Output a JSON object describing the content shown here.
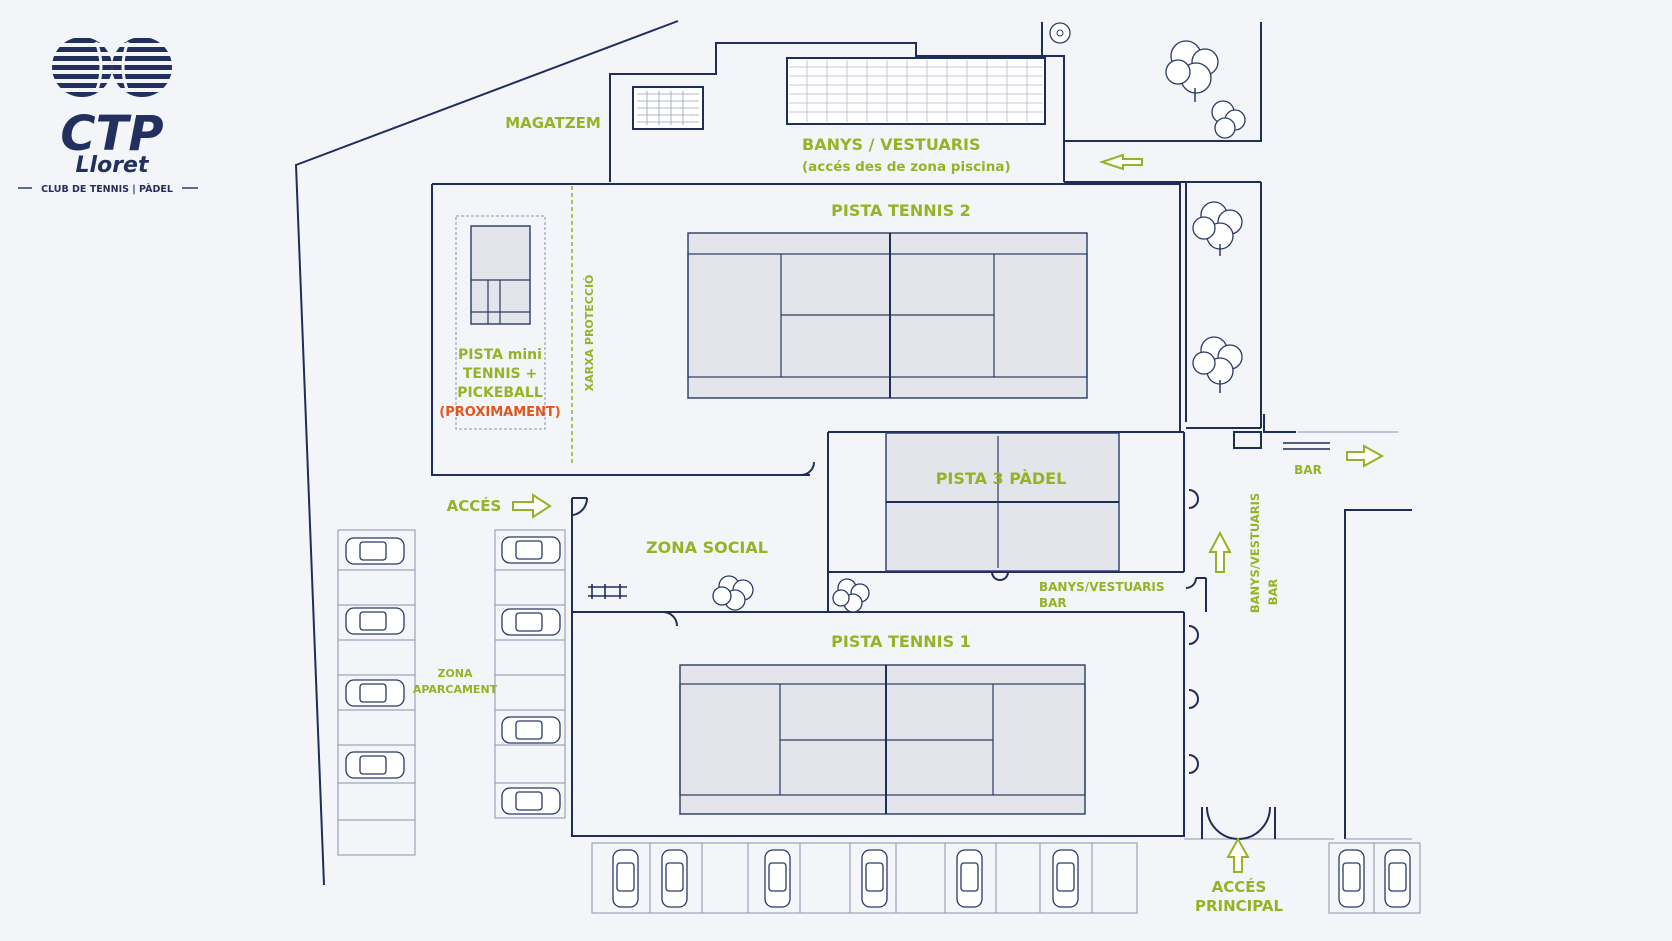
{
  "logo": {
    "brand": "CTP",
    "town": "Lloret",
    "tagline": "CLUB DE TENNIS | PÀDEL"
  },
  "labels": {
    "magatzem": "MAGATZEM",
    "banys_vestuaris_top": "BANYS / VESTUARIS",
    "acces_piscina": "(accés des de zona piscina)",
    "pista_tennis_2": "PISTA TENNIS 2",
    "pista_tennis_1": "PISTA TENNIS 1",
    "pista_3_padel": "PISTA 3 PÀDEL",
    "pista_mini_1": "PISTA mini",
    "pista_mini_2": "TENNIS +",
    "pista_mini_3": "PICKEBALL",
    "proximament": "(PROXIMAMENT)",
    "xarxa_proteccio": "XARXA PROTECCIÓ",
    "acces": "ACCÉS",
    "zona_social": "ZONA SOCIAL",
    "zona_1": "ZONA",
    "aparcament": "APARCAMENT",
    "banys_vestuaris_mid": "BANYS/VESTUARIS",
    "bar_mid": "BAR",
    "banys_vestuaris_vertical": "BANYS/VESTUARIS",
    "bar_vertical": "BAR",
    "bar_right": "BAR",
    "acces_principal_1": "ACCÉS",
    "acces_principal_2": "PRINCIPAL"
  },
  "colors": {
    "label_green": "#97b226",
    "label_orange": "#e3541c",
    "line_navy": "#1f2d5c",
    "logo_navy": "#22305e"
  }
}
